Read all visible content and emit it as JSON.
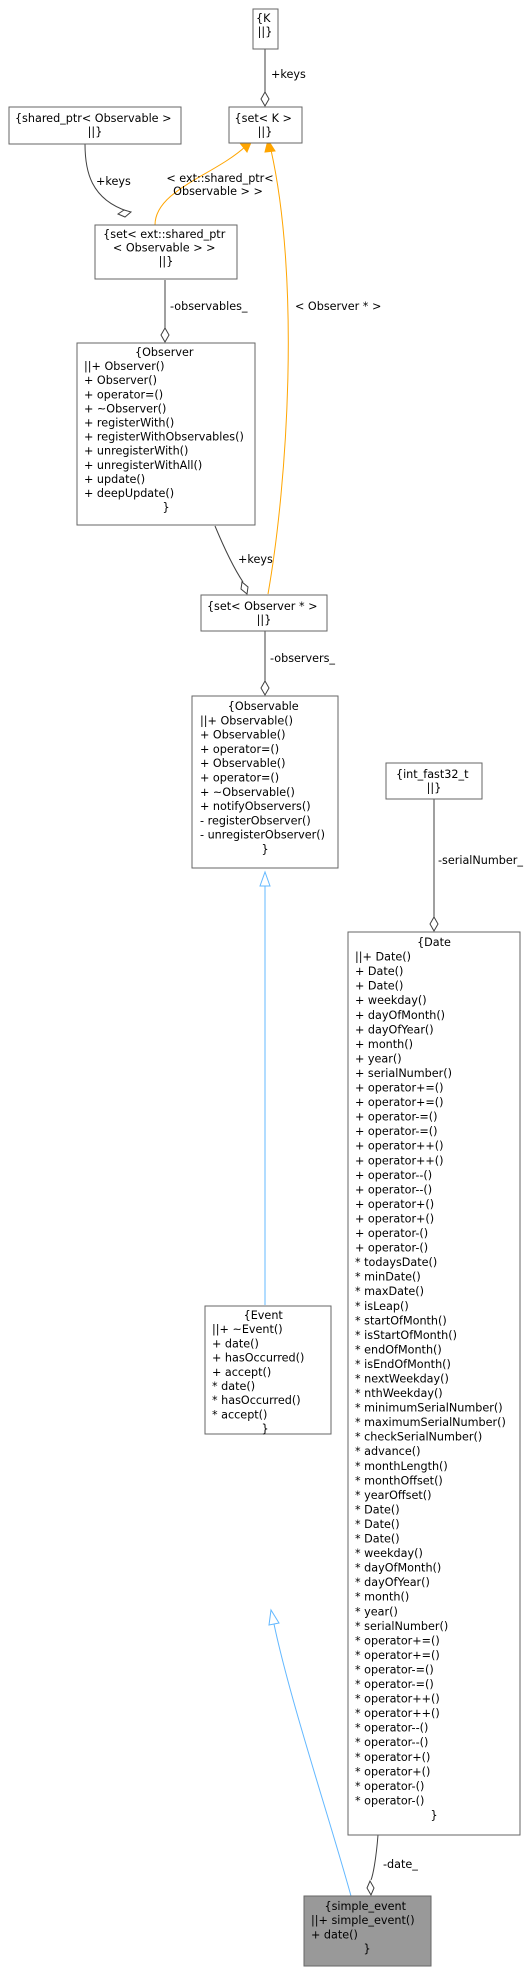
{
  "nodes": [
    {
      "id": "K",
      "lines": [
        "{K",
        "||}"
      ]
    },
    {
      "id": "set_K",
      "lines": [
        "{set< K >",
        "||}"
      ]
    },
    {
      "id": "shared_ptr_Observable",
      "lines": [
        "{shared_ptr< Observable >",
        "||}"
      ]
    },
    {
      "id": "set_shared_ptr_Observable",
      "lines": [
        "{set< ext::shared_ptr",
        "< Observable > >",
        "||}"
      ]
    },
    {
      "id": "Observer",
      "lines": [
        "{Observer",
        "||+ Observer()",
        "+ Observer()",
        "+ operator=()",
        "+ ~Observer()",
        "+ registerWith()",
        "+ registerWithObservables()",
        "+ unregisterWith()",
        "+ unregisterWithAll()",
        "+ update()",
        "+ deepUpdate()",
        "}"
      ]
    },
    {
      "id": "set_Observer_ptr",
      "lines": [
        "{set< Observer * >",
        "||}"
      ]
    },
    {
      "id": "Observable",
      "lines": [
        "{Observable",
        "||+ Observable()",
        "+ Observable()",
        "+ operator=()",
        "+ Observable()",
        "+ operator=()",
        "+ ~Observable()",
        "+ notifyObservers()",
        "- registerObserver()",
        "- unregisterObserver()",
        "}"
      ]
    },
    {
      "id": "int_fast32_t",
      "lines": [
        "{int_fast32_t",
        "||}"
      ]
    },
    {
      "id": "Date",
      "lines": [
        "{Date",
        "||+ Date()",
        "+ Date()",
        "+ Date()",
        "+ weekday()",
        "+ dayOfMonth()",
        "+ dayOfYear()",
        "+ month()",
        "+ year()",
        "+ serialNumber()",
        "+ operator+=()",
        "+ operator+=()",
        "+ operator-=()",
        "+ operator-=()",
        "+ operator++()",
        "+ operator++()",
        "+ operator--()",
        "+ operator--()",
        "+ operator+()",
        "+ operator+()",
        "+ operator-()",
        "+ operator-()",
        "* todaysDate()",
        "* minDate()",
        "* maxDate()",
        "* isLeap()",
        "* startOfMonth()",
        "* isStartOfMonth()",
        "* endOfMonth()",
        "* isEndOfMonth()",
        "* nextWeekday()",
        "* nthWeekday()",
        "* minimumSerialNumber()",
        "* maximumSerialNumber()",
        "* checkSerialNumber()",
        "* advance()",
        "* monthLength()",
        "* monthOffset()",
        "* yearOffset()",
        "* Date()",
        "* Date()",
        "* Date()",
        "* weekday()",
        "* dayOfMonth()",
        "* dayOfYear()",
        "* month()",
        "* year()",
        "* serialNumber()",
        "* operator+=()",
        "* operator+=()",
        "* operator-=()",
        "* operator-=()",
        "* operator++()",
        "* operator++()",
        "* operator--()",
        "* operator--()",
        "* operator+()",
        "* operator+()",
        "* operator-()",
        "* operator-()",
        "}"
      ]
    },
    {
      "id": "Event",
      "lines": [
        "{Event",
        "||+ ~Event()",
        "+ date()",
        "+ hasOccurred()",
        "+ accept()",
        "* date()",
        "* hasOccurred()",
        "* accept()",
        "}"
      ]
    },
    {
      "id": "simple_event",
      "lines": [
        "{simple_event",
        "||+ simple_event()",
        "+ date()",
        "}"
      ]
    }
  ],
  "edges": [
    {
      "id": "K_to_setK",
      "kind": "association",
      "label": "+keys"
    },
    {
      "id": "shared_to_setShared",
      "kind": "association",
      "label": "+keys"
    },
    {
      "id": "setShared_to_setK",
      "kind": "template",
      "label": [
        "< ext::shared_ptr<",
        "Observable > >"
      ]
    },
    {
      "id": "setObsPtr_to_setK",
      "kind": "template",
      "label": "< Observer * >"
    },
    {
      "id": "setShared_to_Observer",
      "kind": "association",
      "label": "-observables_"
    },
    {
      "id": "Observer_to_setObsPtr",
      "kind": "association",
      "label": "+keys"
    },
    {
      "id": "setObsPtr_to_Observable",
      "kind": "association",
      "label": "-observers_"
    },
    {
      "id": "int_to_Date",
      "kind": "association",
      "label": "-serialNumber_"
    },
    {
      "id": "Observable_to_Event",
      "kind": "inheritance",
      "label": ""
    },
    {
      "id": "Event_to_simple",
      "kind": "inheritance",
      "label": ""
    },
    {
      "id": "Date_to_simple",
      "kind": "association",
      "label": "-date_"
    }
  ],
  "colors": {
    "association": "#404040",
    "template": "#ffa500",
    "inheritance": "#63b8ff",
    "focus_fill": "#999999",
    "box_stroke": "#666666"
  }
}
